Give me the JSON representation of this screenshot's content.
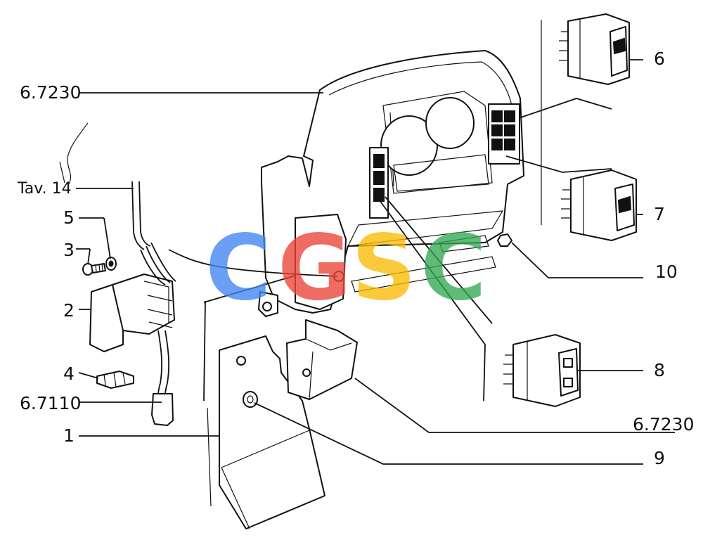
{
  "labels": {
    "l_6_7230_top": "6.7230",
    "l_tav": "Tav. 14",
    "l_5": "5",
    "l_3": "3",
    "l_2": "2",
    "l_4": "4",
    "l_6_7110": "6.7110",
    "l_1": "1",
    "l_6": "6",
    "l_7": "7",
    "l_10": "10",
    "l_8": "8",
    "l_6_7230_bottom": "6.7230",
    "l_9": "9"
  },
  "watermark": {
    "letters": [
      "C",
      "G",
      "S",
      "C"
    ],
    "colors": [
      "#4285F4",
      "#EA4335",
      "#FBBC05",
      "#34A853"
    ]
  }
}
